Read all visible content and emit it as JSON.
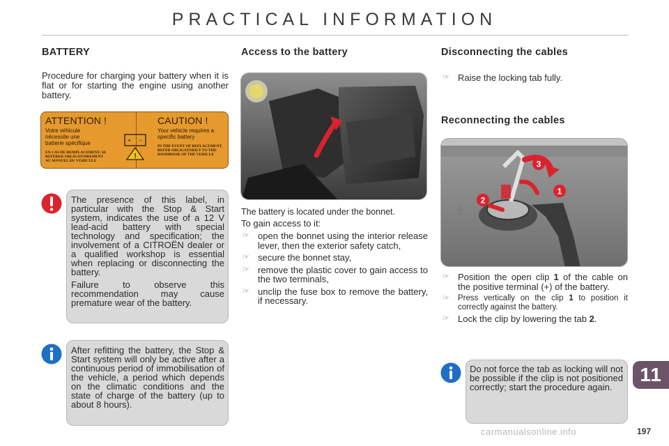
{
  "header": {
    "title": "PRACTICAL INFORMATION"
  },
  "battery": {
    "heading": "BATTERY",
    "intro": "Procedure for charging your battery when it is flat or for starting the engine using another battery.",
    "label": {
      "attention": "ATTENTION !",
      "attention_sub": "Votre véhicule nécessite une batterie spécifique",
      "attention_small": "EN CAS DE REMPLACEMENT, SE REFERER OBLIGATOIREMENT AU MANUEL DU VEHICULE",
      "caution": "CAUTION !",
      "caution_sub": "Your vehicle requires a specific battery",
      "caution_small": "IN THE EVENT OF REPLACEMENT, REFER OBLIGATORILY TO THE HANDBOOK OF THE VEHICLE"
    },
    "warning": {
      "p1": "The presence of this label, in particular with the Stop & Start system, indicates the use of a 12 V lead-acid battery with special technology and specification; the involvement of a CITROËN dealer or a qualified workshop is essential when replacing or disconnecting the battery.",
      "p2": "Failure to observe this recommendation may cause premature wear of the battery."
    },
    "info": "After refitting the battery, the Stop & Start system will only be active after a continuous period of immobilisation of the vehicle, a period which depends on the climatic conditions and the state of charge of the battery (up to about 8 hours)."
  },
  "access": {
    "heading": "Access to the battery",
    "located": "The battery is located under the bonnet.",
    "gain": "To gain access to it:",
    "steps": [
      "open the bonnet using the interior release lever, then the exterior safety catch,",
      "secure the bonnet stay,",
      "remove the plastic cover to gain access to the two terminals,",
      "unclip the fuse box to remove the battery, if necessary."
    ]
  },
  "disconnect": {
    "heading": "Disconnecting the cables",
    "steps": [
      "Raise the locking tab fully."
    ]
  },
  "reconnect": {
    "heading": "Reconnecting the cables",
    "callouts": [
      "1",
      "2",
      "3"
    ],
    "step1_pre": "Position the open clip ",
    "step1_num": "1",
    "step1_post": " of the cable on the positive terminal (+) of the battery.",
    "step2_pre": "Press vertically on the clip ",
    "step2_num": "1",
    "step2_post": " to position it correctly against the battery.",
    "step3_pre": "Lock the clip by lowering the tab ",
    "step3_num": "2",
    "step3_post": ".",
    "info": "Do not force the tab as locking will not be possible if the clip is not positioned correctly; start the procedure again."
  },
  "chapter": "11",
  "page_number": "197",
  "watermark": "carmanualsonline.info",
  "colors": {
    "accent": "#6b5468",
    "alert": "#d9232e",
    "info": "#1f6fc4",
    "label": "#e69a2e",
    "arrow": "#d9232e"
  },
  "icons": [
    "exclamation-icon",
    "info-icon",
    "pointing-hand-icon",
    "warning-triangle-icon",
    "battery-icon"
  ]
}
